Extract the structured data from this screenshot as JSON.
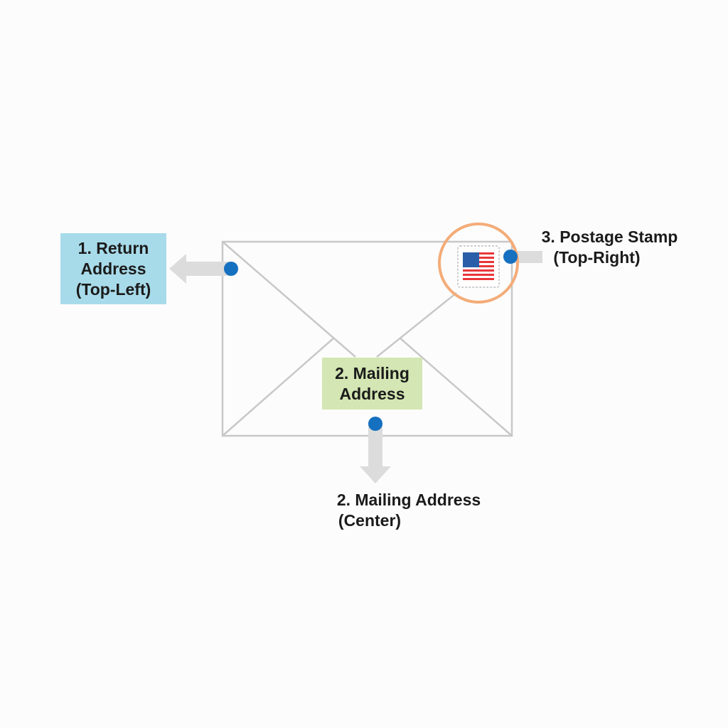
{
  "labels": {
    "return_address": [
      "1. Return",
      "Address",
      "(Top-Left)"
    ],
    "mailing_address_box": [
      "2. Mailing",
      "Address"
    ],
    "mailing_address": [
      "2. Mailing Address",
      "(Center)"
    ],
    "postage_stamp": [
      "3. Postage Stamp",
      "(Top-Right)"
    ]
  },
  "colors": {
    "return_box": "#a8dbea",
    "mailing_box": "#d3e6b3",
    "highlight_ring": "#f4ac78",
    "marker": "#1570c0",
    "envelope_stroke": "#c8c8c8",
    "arrow": "#dcdcdc"
  }
}
